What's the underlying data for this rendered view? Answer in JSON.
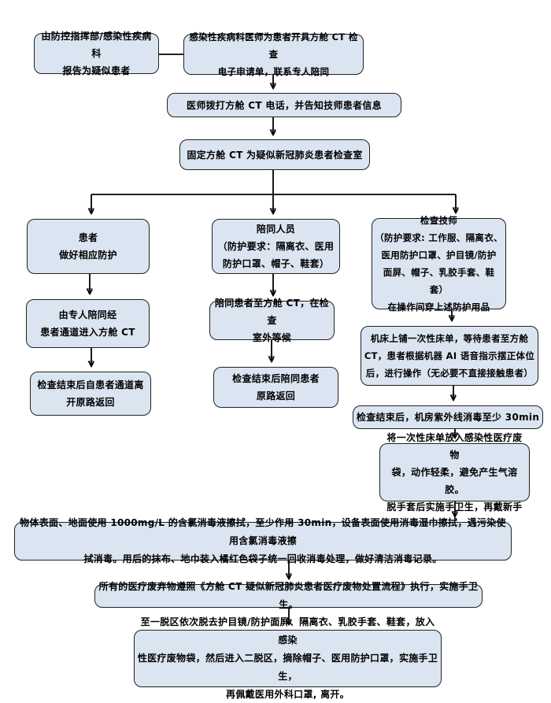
{
  "colors": {
    "node_fill": "#dbe5f1",
    "node_border": "#212121",
    "connector": "#000000",
    "text": "#000000"
  },
  "nodes": {
    "report_suspected": {
      "text": "由防控指挥部/感染性疾病科\n报告为疑似患者"
    },
    "physician_order": {
      "text": "感染性疾病科医师为患者开具方舱 CT 检查\n电子申请单，联系专人陪同"
    },
    "phone_notify": {
      "text": "医师拨打方舱 CT 电话，并告知技师患者信息"
    },
    "fixed_exam_room": {
      "text": "固定方舱 CT 为疑似新冠肺炎患者检查室"
    },
    "patient_protect": {
      "text": "患者\n做好相应防护"
    },
    "patient_escorted_entry": {
      "text": "由专人陪同经\n患者通道进入方舱 CT"
    },
    "patient_return": {
      "text": "检查结束后自患者通道离\n开原路返回"
    },
    "escort_role": {
      "text": "陪同人员\n（防护要求：隔离衣、医用\n防护口罩、帽子、鞋套）"
    },
    "escort_wait": {
      "text": "陪同患者至方舱 CT，在检查\n室外等候"
    },
    "escort_return": {
      "text": "检查结束后陪同患者\n原路返回"
    },
    "technician_role": {
      "text": "检查技师\n（防护要求: 工作服、隔离衣、\n医用防护口罩、护目镜/防护\n面屏、帽子、乳胶手套、鞋套）\n在操作间穿上述防护用品"
    },
    "technician_operate": {
      "text": "机床上铺一次性床单，等待患者至方舱\nCT，患者根据机器 AI 语音指示摆正体位\n后，进行操作（无必要不直接接触患者）"
    },
    "uv_disinfect": {
      "text": "检查结束后，机房紫外线消毒至少 30min"
    },
    "sheet_disposal": {
      "text": "将一次性床单放入感染性医疗废物\n袋，动作轻柔，避免产生气溶胶。\n脱手套后实施手卫生，再戴新手"
    },
    "surface_disinfect": {
      "text": "物体表面、地面使用 1000mg/L 的含氯消毒液擦拭，至少作用 30min，设备表面使用消毒湿巾擦拭，遇污染使用含氯消毒液擦\n拭消毒。用后的抹布、地巾装入橘红色袋子统一回收消毒处理，做好清洁消毒记录。"
    },
    "medical_waste": {
      "text": "所有的医疗废弃物遵照《方舱 CT 疑似新冠肺炎患者医疗废物处置流程》执行，实施手卫生。"
    },
    "doffing_leave": {
      "text": "至一脱区依次脱去护目镜/防护面屏、隔离衣、乳胶手套、鞋套，放入感染\n性医疗废物袋，然后进入二脱区，摘除帽子、医用防护口罩，实施手卫生，\n再佩戴医用外科口罩, 离开。"
    }
  }
}
